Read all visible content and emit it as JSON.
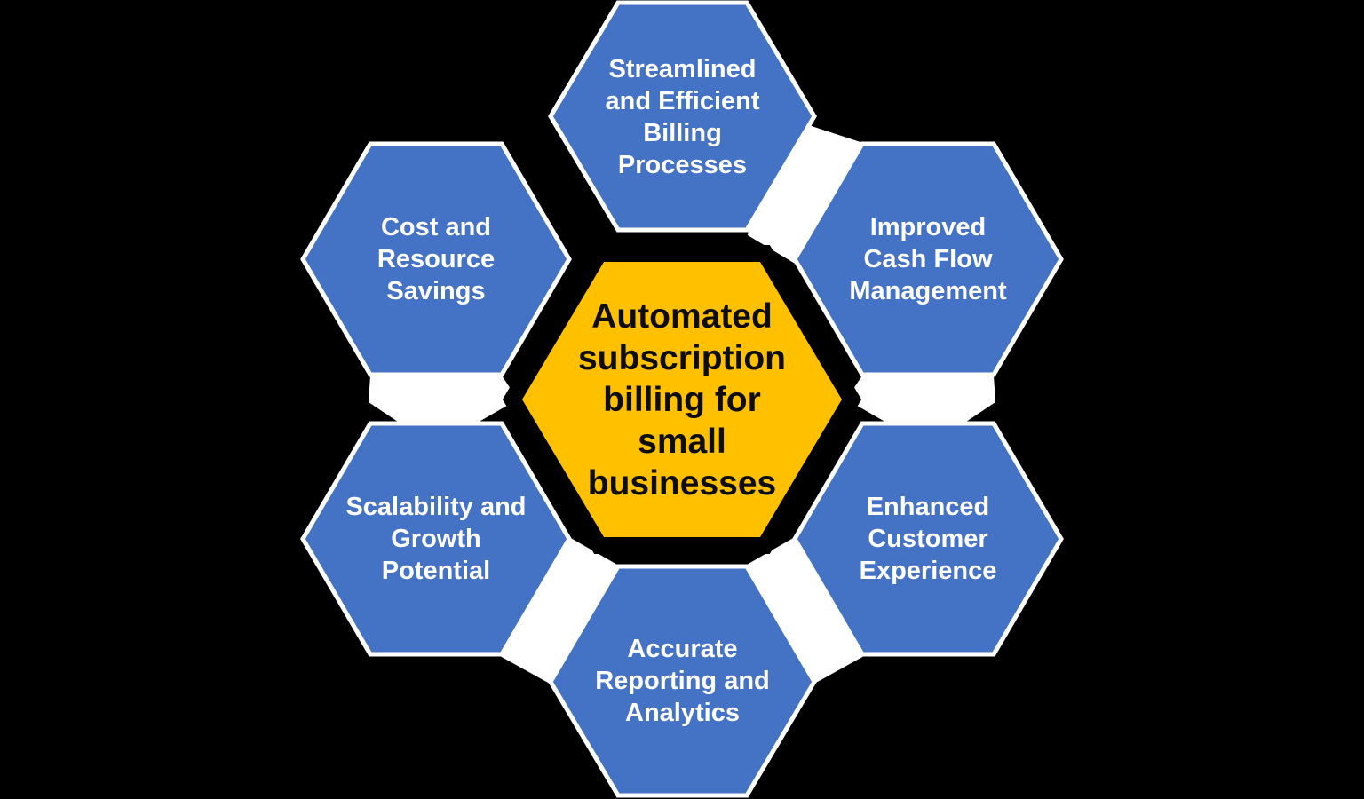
{
  "diagram": {
    "type": "hexagon-cluster",
    "center": {
      "label": "Automated\nsubscription\nbilling for\nsmall\nbusinesses"
    },
    "nodes": [
      {
        "position": "top",
        "label": "Streamlined\nand Efficient\nBilling\nProcesses"
      },
      {
        "position": "top-right",
        "label": "Improved\nCash Flow\nManagement"
      },
      {
        "position": "bottom-right",
        "label": "Enhanced\nCustomer\nExperience"
      },
      {
        "position": "bottom",
        "label": "Accurate\nReporting and\nAnalytics"
      },
      {
        "position": "bottom-left",
        "label": "Scalability and\nGrowth\nPotential"
      },
      {
        "position": "top-left",
        "label": "Cost and\nResource\nSavings"
      }
    ],
    "colors": {
      "background": "#000000",
      "node_fill": "#4472C4",
      "node_border": "#FFFFFF",
      "node_text": "#FFFFFF",
      "center_fill": "#FFC000",
      "center_border": "#000000",
      "center_text": "#0D0D0D",
      "gap_fill": "#FFFFFF"
    }
  }
}
